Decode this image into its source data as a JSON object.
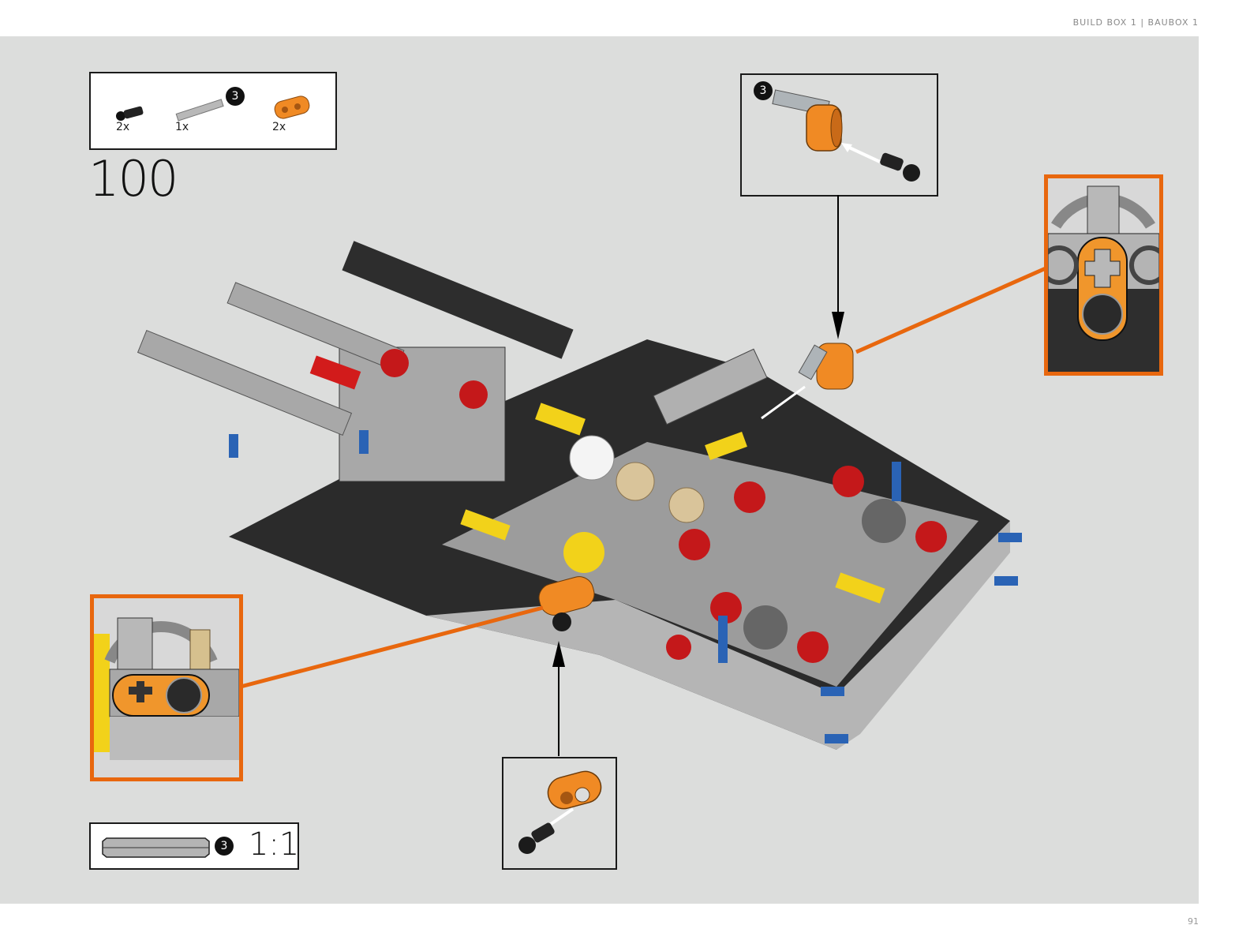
{
  "header": {
    "label": "BUILD BOX 1 | BAUBOX 1"
  },
  "page": {
    "number": "91"
  },
  "step": {
    "number": "100"
  },
  "parts_list": {
    "items": [
      {
        "name": "friction-pin-with-bush",
        "color": "black",
        "qty": "2x"
      },
      {
        "name": "axle-3",
        "color": "gray",
        "qty": "1x",
        "length_badge": "3"
      },
      {
        "name": "pin-connector-2x1-orange",
        "color": "orange",
        "qty": "2x"
      }
    ]
  },
  "subassembly_top": {
    "badge": "3"
  },
  "scale_reference": {
    "badge": "3",
    "ratio": "1:1"
  },
  "colors": {
    "background": "#dcdddc",
    "callout_orange": "#e8670e",
    "part_orange": "#f08a24",
    "frame_black": "#1a1a1a"
  }
}
